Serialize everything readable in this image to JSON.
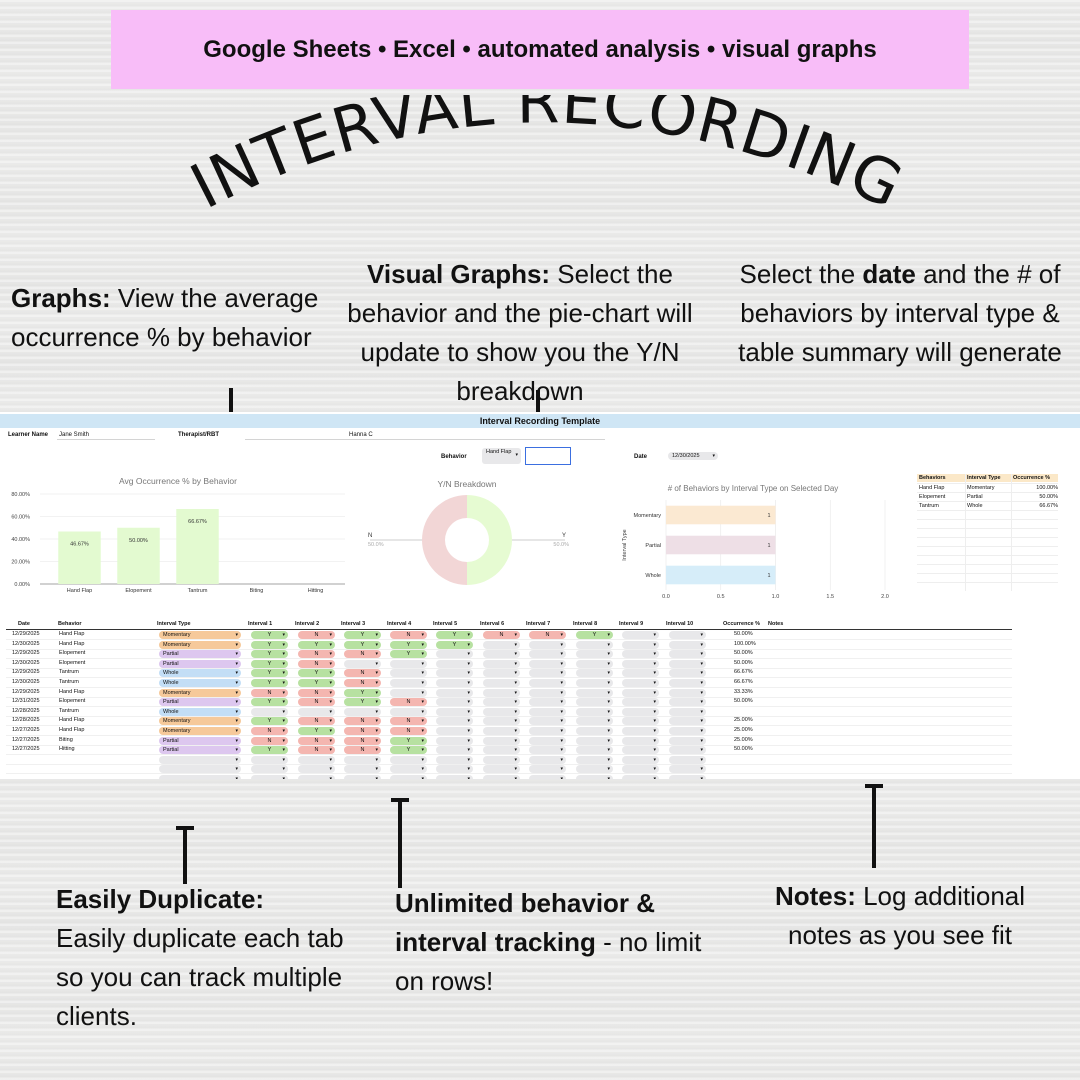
{
  "banner": {
    "text": "Google Sheets • Excel • automated analysis • visual graphs"
  },
  "title": "INTERVAL RECORDING",
  "callouts": {
    "graphs": {
      "bold": "Graphs:",
      "text": " View the average occurrence % by behavior"
    },
    "visual": {
      "bold": "Visual Graphs:",
      "text": " Select the behavior and the pie-chart will update to show you the Y/N breakdown"
    },
    "date": {
      "pre": "Select the ",
      "bold": "date",
      "text": " and the # of behaviors by interval type & table summary will generate"
    },
    "duplicate": {
      "bold": "Easily Duplicate:",
      "text": "Easily duplicate each tab so you can track multiple clients."
    },
    "unlimited": {
      "bold": "Unlimited behavior & interval tracking",
      "text": " - no limit on rows!"
    },
    "notes": {
      "bold": "Notes:",
      "text": " Log additional notes as you see fit"
    }
  },
  "sheet": {
    "title": "Interval Recording Template",
    "learner_label": "Learner Name",
    "learner_value": "Jane Smith",
    "therapist_label": "Therapist/RBT",
    "therapist_value": "Hanna C",
    "behavior_label": "Behavior",
    "behavior_value": "Hand Flap",
    "date_label": "Date",
    "date_value": "12/30/2025",
    "colors": {
      "header_bg": "#cfe6f5",
      "momentary": "#f6c99a",
      "partial": "#ddc7ef",
      "whole": "#c3def6",
      "yes": "#b7e1a1",
      "no": "#f4b6b0",
      "empty": "#e8e8ea"
    }
  },
  "chart_data": [
    {
      "type": "bar",
      "title": "Avg Occurrence % by Behavior",
      "categories": [
        "Hand Flap",
        "Elopement",
        "Tantrum",
        "Biting",
        "Hitting"
      ],
      "values": [
        46.67,
        50.0,
        66.67,
        0,
        0
      ],
      "data_labels": [
        "46.67%",
        "50.00%",
        "66.67%",
        "",
        ""
      ],
      "yticks": [
        "0.00%",
        "20.00%",
        "40.00%",
        "60.00%",
        "80.00%"
      ],
      "ylim": [
        0,
        80
      ],
      "color": "#e3fad0"
    },
    {
      "type": "pie",
      "title": "Y/N Breakdown",
      "labels": [
        "N",
        "Y"
      ],
      "label_values": [
        "50.0%",
        "50.0%"
      ],
      "values": [
        50,
        50
      ],
      "colors": [
        "#f2d6d6",
        "#e6fbd2"
      ]
    },
    {
      "type": "bar",
      "orientation": "horizontal",
      "title": "# of Behaviors by Interval Type on Selected Day",
      "ylabel": "Interval Type",
      "categories": [
        "Momentary",
        "Partial",
        "Whole"
      ],
      "values": [
        1,
        1,
        1
      ],
      "colors": [
        "#fbe9d2",
        "#eedfe6",
        "#d6edf9"
      ],
      "xticks": [
        "0.0",
        "0.5",
        "1.0",
        "1.5",
        "2.0"
      ],
      "xlim": [
        0,
        2
      ]
    },
    {
      "type": "table",
      "headers": [
        "Behaviors",
        "Interval Type",
        "Occurrence %"
      ],
      "rows": [
        [
          "Hand Flap",
          "Momentary",
          "100.00%"
        ],
        [
          "Elopement",
          "Partial",
          "50.00%"
        ],
        [
          "Tantrum",
          "Whole",
          "66.67%"
        ]
      ]
    }
  ],
  "grid": {
    "headers": [
      "Date",
      "Behavior",
      "Interval Type",
      "Interval 1",
      "Interval 2",
      "Interval 3",
      "Interval 4",
      "Interval 5",
      "Interval 6",
      "Interval 7",
      "Interval 8",
      "Interval 9",
      "Interval 10",
      "Occurrence %",
      "Notes"
    ],
    "rows": [
      {
        "date": "12/29/2025",
        "behavior": "Hand Flap",
        "type": "Momentary",
        "iv": [
          "Y",
          "N",
          "Y",
          "N",
          "Y",
          "N",
          "N",
          "Y",
          "",
          ""
        ],
        "occ": "50.00%"
      },
      {
        "date": "12/30/2025",
        "behavior": "Hand Flap",
        "type": "Momentary",
        "iv": [
          "Y",
          "Y",
          "Y",
          "Y",
          "Y",
          "",
          "",
          "",
          "",
          ""
        ],
        "occ": "100.00%"
      },
      {
        "date": "12/29/2025",
        "behavior": "Elopement",
        "type": "Partial",
        "iv": [
          "Y",
          "N",
          "N",
          "Y",
          "",
          "",
          "",
          "",
          "",
          ""
        ],
        "occ": "50.00%"
      },
      {
        "date": "12/30/2025",
        "behavior": "Elopement",
        "type": "Partial",
        "iv": [
          "Y",
          "N",
          "",
          "",
          "",
          "",
          "",
          "",
          "",
          ""
        ],
        "occ": "50.00%"
      },
      {
        "date": "12/29/2025",
        "behavior": "Tantrum",
        "type": "Whole",
        "iv": [
          "Y",
          "Y",
          "N",
          "",
          "",
          "",
          "",
          "",
          "",
          ""
        ],
        "occ": "66.67%"
      },
      {
        "date": "12/30/2025",
        "behavior": "Tantrum",
        "type": "Whole",
        "iv": [
          "Y",
          "Y",
          "N",
          "",
          "",
          "",
          "",
          "",
          "",
          ""
        ],
        "occ": "66.67%"
      },
      {
        "date": "12/29/2025",
        "behavior": "Hand Flap",
        "type": "Momentary",
        "iv": [
          "N",
          "N",
          "Y",
          "",
          "",
          "",
          "",
          "",
          "",
          ""
        ],
        "occ": "33.33%"
      },
      {
        "date": "12/31/2025",
        "behavior": "Elopement",
        "type": "Partial",
        "iv": [
          "Y",
          "N",
          "Y",
          "N",
          "",
          "",
          "",
          "",
          "",
          ""
        ],
        "occ": "50.00%"
      },
      {
        "date": "12/28/2025",
        "behavior": "Tantrum",
        "type": "Whole",
        "iv": [
          "",
          "",
          "",
          "",
          "",
          "",
          "",
          "",
          "",
          ""
        ],
        "occ": ""
      },
      {
        "date": "12/28/2025",
        "behavior": "Hand Flap",
        "type": "Momentary",
        "iv": [
          "Y",
          "N",
          "N",
          "N",
          "",
          "",
          "",
          "",
          "",
          ""
        ],
        "occ": "25.00%"
      },
      {
        "date": "12/27/2025",
        "behavior": "Hand Flap",
        "type": "Momentary",
        "iv": [
          "N",
          "Y",
          "N",
          "N",
          "",
          "",
          "",
          "",
          "",
          ""
        ],
        "occ": "25.00%"
      },
      {
        "date": "12/27/2025",
        "behavior": "Biting",
        "type": "Partial",
        "iv": [
          "N",
          "N",
          "N",
          "Y",
          "",
          "",
          "",
          "",
          "",
          ""
        ],
        "occ": "25.00%"
      },
      {
        "date": "12/27/2025",
        "behavior": "Hitting",
        "type": "Partial",
        "iv": [
          "Y",
          "N",
          "N",
          "Y",
          "",
          "",
          "",
          "",
          "",
          ""
        ],
        "occ": "50.00%"
      },
      {
        "date": "",
        "behavior": "",
        "type": "",
        "iv": [
          "",
          "",
          "",
          "",
          "",
          "",
          "",
          "",
          "",
          ""
        ],
        "occ": ""
      },
      {
        "date": "",
        "behavior": "",
        "type": "",
        "iv": [
          "",
          "",
          "",
          "",
          "",
          "",
          "",
          "",
          "",
          ""
        ],
        "occ": ""
      },
      {
        "date": "",
        "behavior": "",
        "type": "",
        "iv": [
          "",
          "",
          "",
          "",
          "",
          "",
          "",
          "",
          "",
          ""
        ],
        "occ": ""
      }
    ]
  }
}
